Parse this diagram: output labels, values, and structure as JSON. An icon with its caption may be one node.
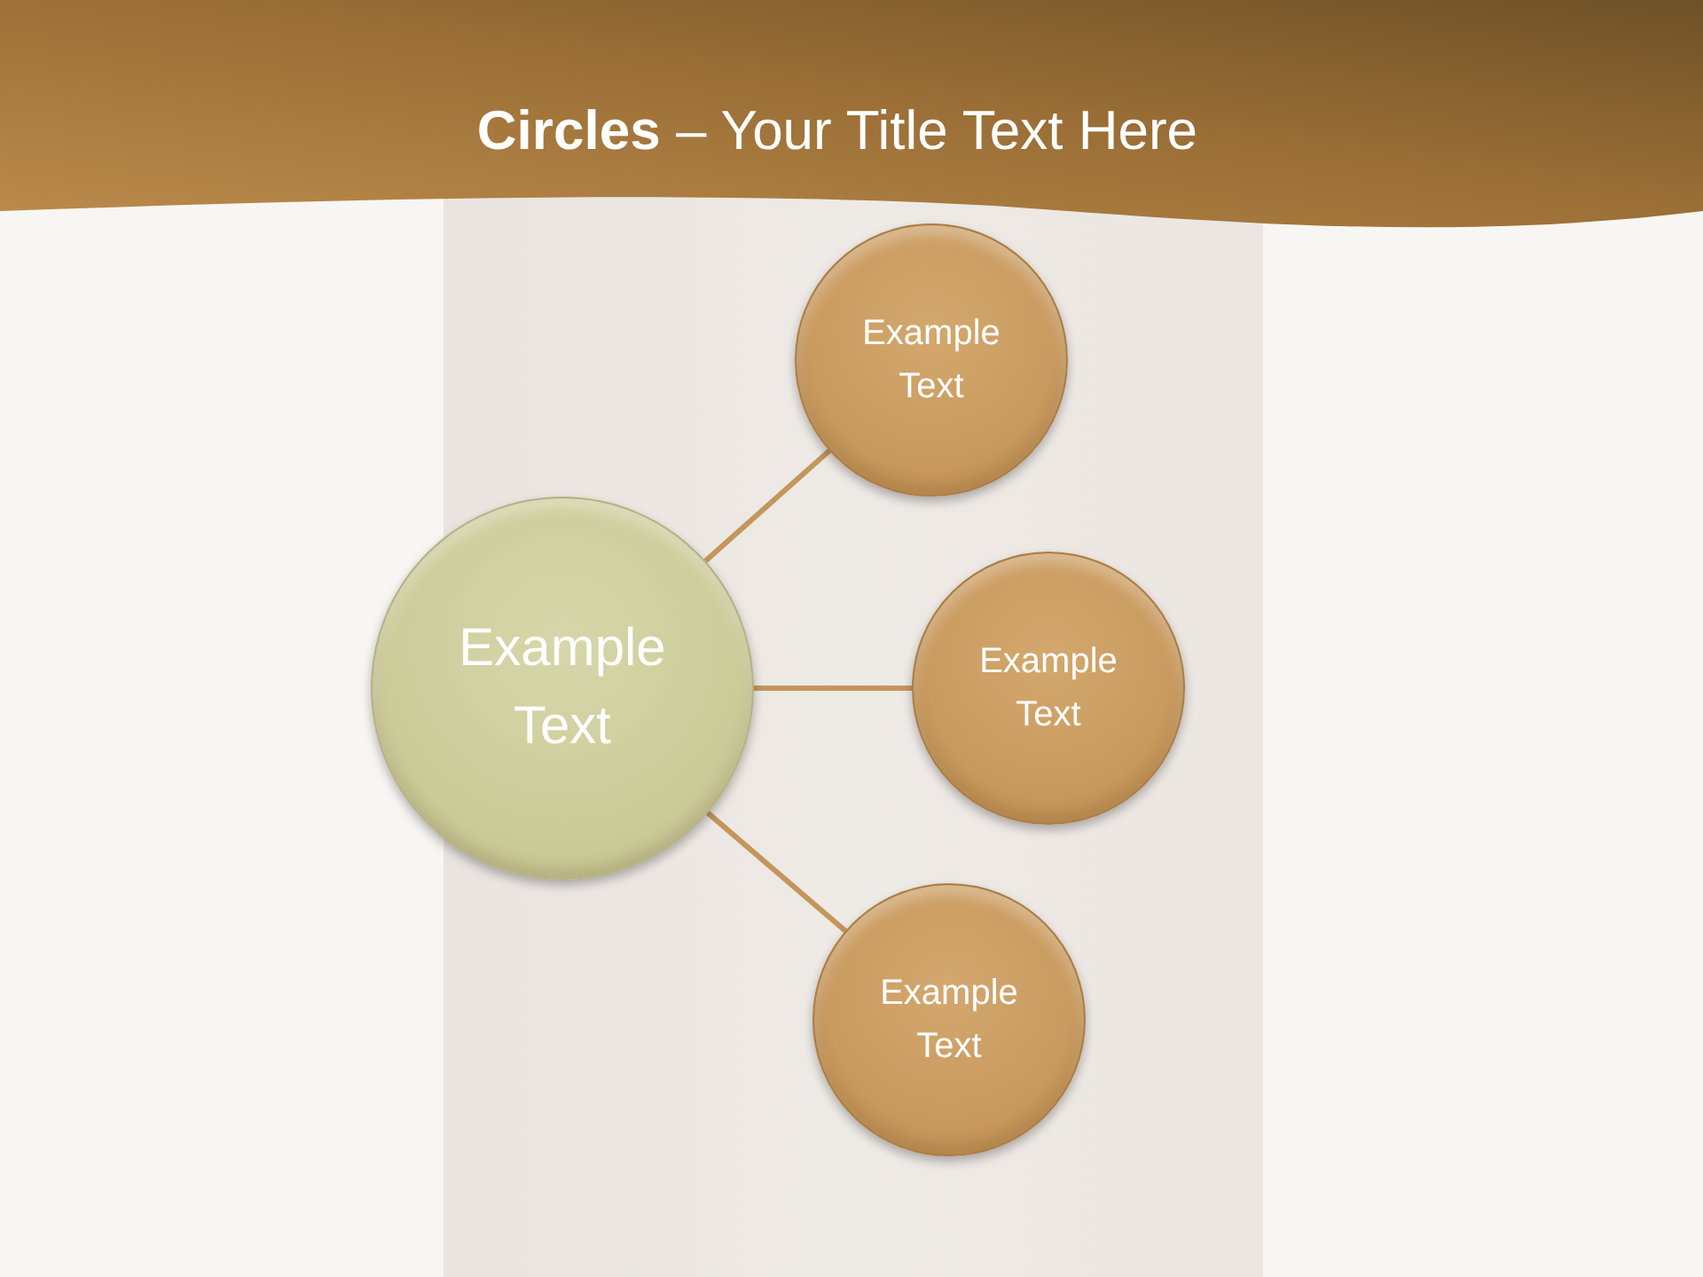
{
  "diagram": {
    "title": "**Circles** – Your Title Text Here",
    "nodes": [
      {
        "text": [
          "Example Text"
        ]
      },
      {
        "text": [
          "Example Text"
        ]
      },
      {
        "text": [
          "Example Text"
        ]
      },
      {
        "text": [
          "Example Text"
        ]
      }
    ],
    "edges": [
      {
        "from": 0,
        "to": 1,
        "arrow": "none"
      },
      {
        "from": 0,
        "to": 2,
        "arrow": "none"
      },
      {
        "from": 0,
        "to": 3,
        "arrow": "none"
      }
    ]
  }
}
